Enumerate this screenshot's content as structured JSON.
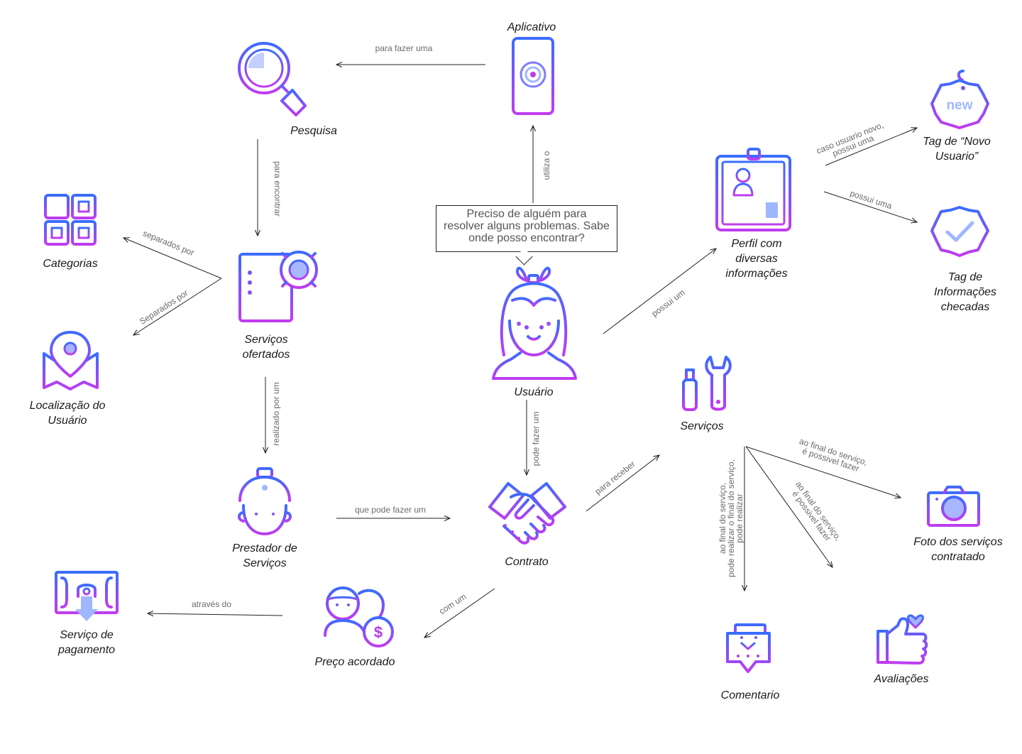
{
  "colors": {
    "gradient_start": "#3b6cff",
    "gradient_end": "#c03cf0",
    "accent_light": "#9fb7ff",
    "arrow": "#222222",
    "edge_text": "#6b6b6b"
  },
  "speech_bubble": {
    "lines": [
      "Preciso de alguém para",
      "resolver alguns problemas. Sabe",
      "onde posso encontrar?"
    ]
  },
  "nodes": {
    "aplicativo": {
      "lines": [
        "Aplicativo"
      ],
      "icon": "smartphone-icon"
    },
    "pesquisa": {
      "lines": [
        "Pesquisa"
      ],
      "icon": "magnifier-icon"
    },
    "categorias": {
      "lines": [
        "Categorias"
      ],
      "icon": "grid-icon"
    },
    "servicos_ofertados": {
      "lines": [
        "Serviços",
        "ofertados"
      ],
      "icon": "services-gear-icon"
    },
    "localizacao": {
      "lines": [
        "Localização do",
        "Usuário"
      ],
      "icon": "map-pin-icon"
    },
    "usuario": {
      "lines": [
        "Usuário"
      ],
      "icon": "girl-avatar-icon"
    },
    "perfil": {
      "lines": [
        "Perfil com",
        "diversas",
        "informações"
      ],
      "icon": "id-badge-icon"
    },
    "tag_novo": {
      "lines": [
        "Tag de “Novo",
        "Usuario”"
      ],
      "icon": "new-tag-icon"
    },
    "tag_checadas": {
      "lines": [
        "Tag de",
        "Informações",
        "checadas"
      ],
      "icon": "verified-badge-icon"
    },
    "servicos": {
      "lines": [
        "Serviços"
      ],
      "icon": "tools-icon"
    },
    "prestador": {
      "lines": [
        "Prestador de",
        "Serviços"
      ],
      "icon": "worker-icon"
    },
    "contrato": {
      "lines": [
        "Contrato"
      ],
      "icon": "handshake-icon"
    },
    "foto": {
      "lines": [
        "Foto dos serviços",
        "contratado"
      ],
      "icon": "camera-icon"
    },
    "pagamento": {
      "lines": [
        "Serviço de",
        "pagamento"
      ],
      "icon": "money-icon"
    },
    "preco": {
      "lines": [
        "Preço acordado"
      ],
      "icon": "price-people-icon"
    },
    "comentario": {
      "lines": [
        "Comentario"
      ],
      "icon": "comment-icon"
    },
    "avaliacoes": {
      "lines": [
        "Avaliações"
      ],
      "icon": "thumbs-up-icon"
    }
  },
  "edges": {
    "para_fazer_uma": [
      "para fazer uma"
    ],
    "utiliza_o": [
      "utiliza o"
    ],
    "para_encontrar": [
      "para encontrar"
    ],
    "separados_por_1": [
      "separados por"
    ],
    "separados_por_2": [
      "Separados por"
    ],
    "realizado_por_um": [
      "realizado por um"
    ],
    "que_pode_fazer_um": [
      "que pode fazer um"
    ],
    "pode_fazer_um": [
      "pode fazer um"
    ],
    "possui_um": [
      "possui um"
    ],
    "caso_novo": [
      "caso usuario novo,",
      "possui uma"
    ],
    "possui_uma": [
      "possui uma"
    ],
    "para_receber": [
      "para receber"
    ],
    "final_foto": [
      "ao final do serviço,",
      "é possivel fazer"
    ],
    "final_avaliacoes": [
      "ao final do serviço,",
      "é possivel fazer"
    ],
    "final_comentario": [
      "ao final do serviço,",
      "pode realizar o final do serviço,",
      "pode realizar"
    ],
    "com_um": [
      "com um"
    ],
    "atraves_do": [
      "através do"
    ]
  }
}
